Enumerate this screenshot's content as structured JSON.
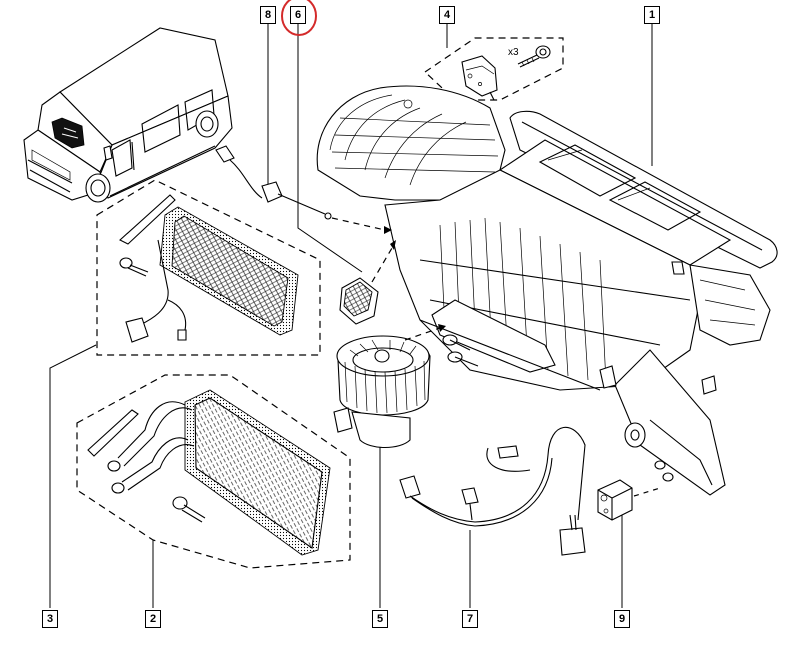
{
  "diagram": {
    "type": "exploded-parts-diagram",
    "subject": "Van heating and ventilation unit",
    "highlight_color": "#d42a2a",
    "callouts": [
      {
        "id": "1",
        "label": "1",
        "part": "heater-housing-assembly"
      },
      {
        "id": "2",
        "label": "2",
        "part": "heater-matrix-kit"
      },
      {
        "id": "3",
        "label": "3",
        "part": "pollen-filter-kit"
      },
      {
        "id": "4",
        "label": "4",
        "part": "flap-actuator-kit"
      },
      {
        "id": "5",
        "label": "5",
        "part": "blower-fan-motor"
      },
      {
        "id": "6",
        "label": "6",
        "part": "blower-resistor",
        "highlighted": true
      },
      {
        "id": "7",
        "label": "7",
        "part": "wiring-harness"
      },
      {
        "id": "8",
        "label": "8",
        "part": "temperature-sensor"
      },
      {
        "id": "9",
        "label": "9",
        "part": "connector-block"
      }
    ],
    "annotations": {
      "screw_quantity": "x3"
    }
  }
}
